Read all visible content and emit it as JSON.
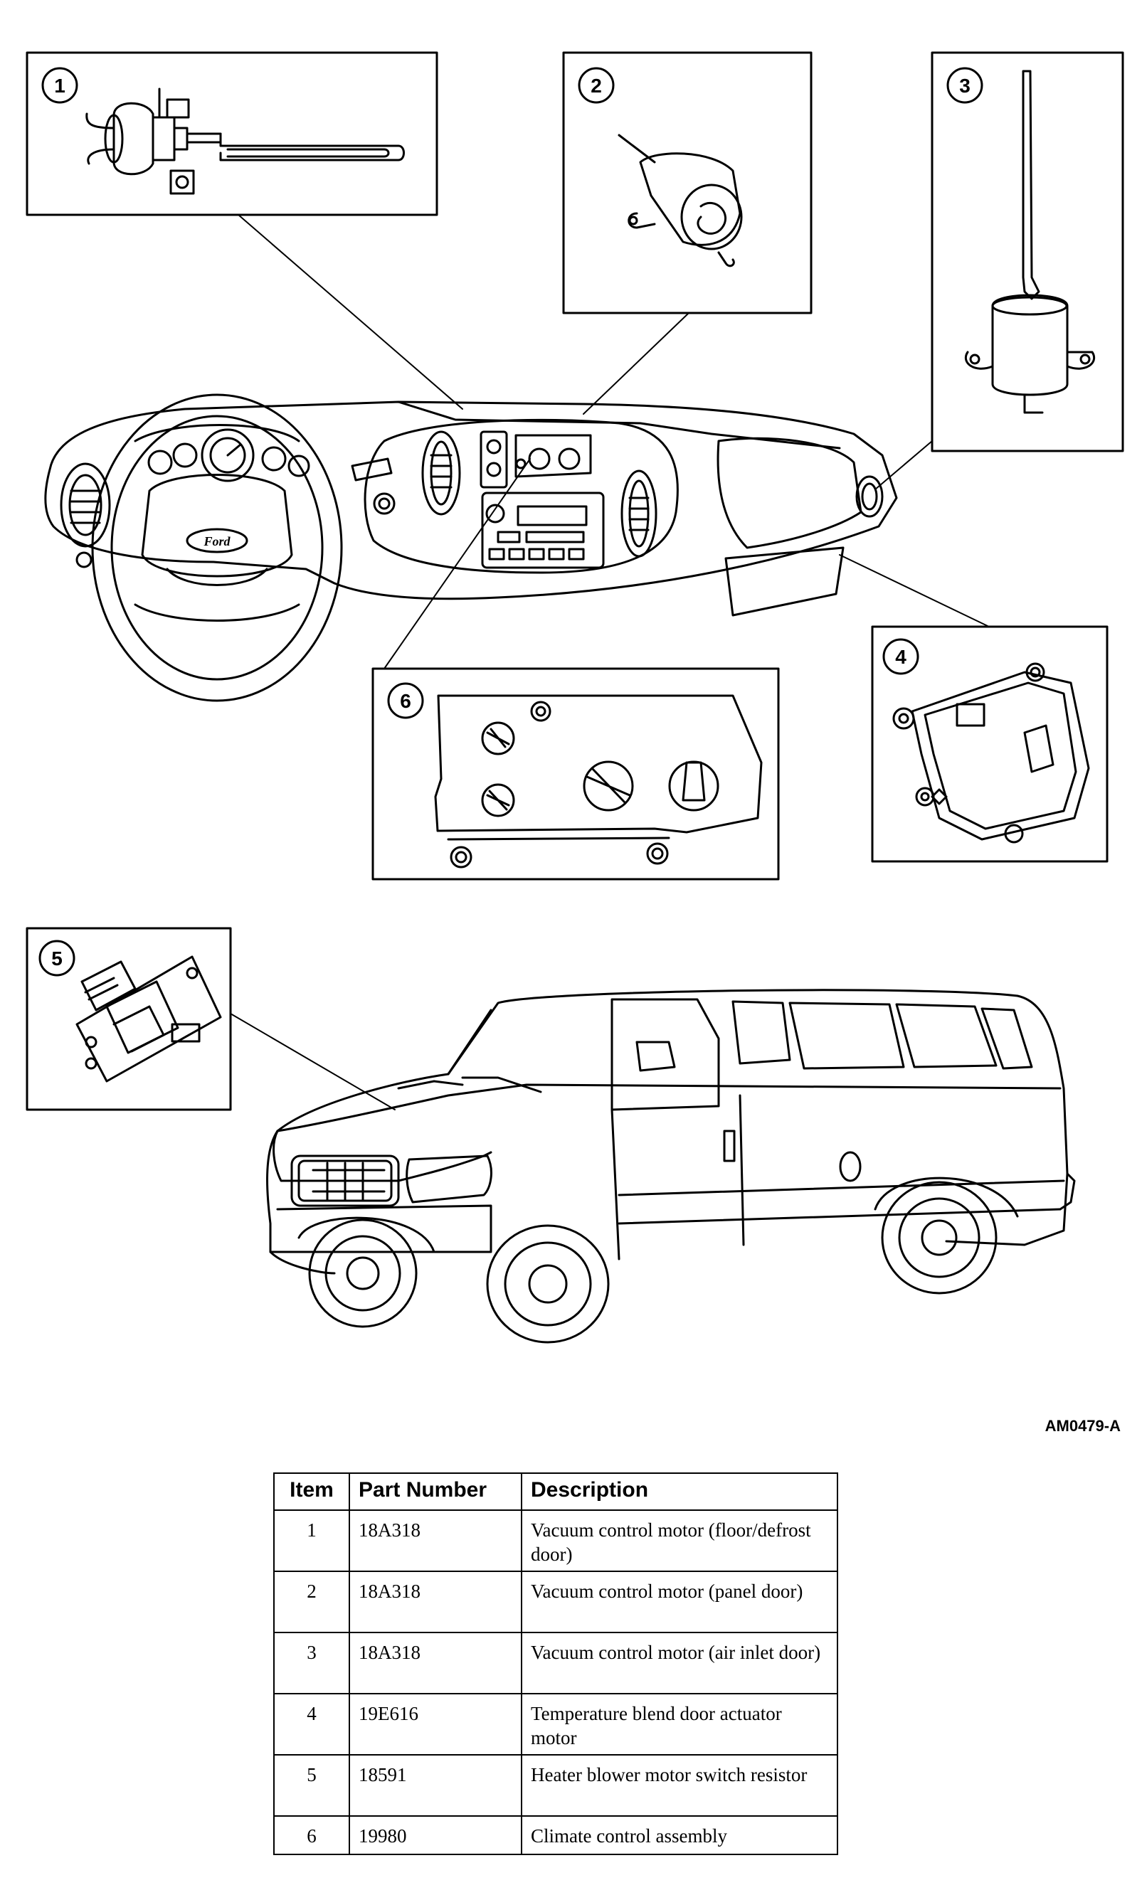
{
  "figure_id": "AM0479-A",
  "callouts": [
    "1",
    "2",
    "3",
    "4",
    "5",
    "6"
  ],
  "table": {
    "headers": [
      "Item",
      "Part Number",
      "Description"
    ],
    "rows": [
      {
        "item": "1",
        "part": "18A318",
        "desc": "Vacuum control motor (floor/defrost door)"
      },
      {
        "item": "2",
        "part": "18A318",
        "desc": "Vacuum control motor (panel door)"
      },
      {
        "item": "3",
        "part": "18A318",
        "desc": "Vacuum control motor (air inlet door)"
      },
      {
        "item": "4",
        "part": "19E616",
        "desc": "Temperature blend door actuator motor"
      },
      {
        "item": "5",
        "part": "18591",
        "desc": "Heater blower motor switch resistor"
      },
      {
        "item": "6",
        "part": "19980",
        "desc": "Climate control assembly"
      }
    ]
  }
}
